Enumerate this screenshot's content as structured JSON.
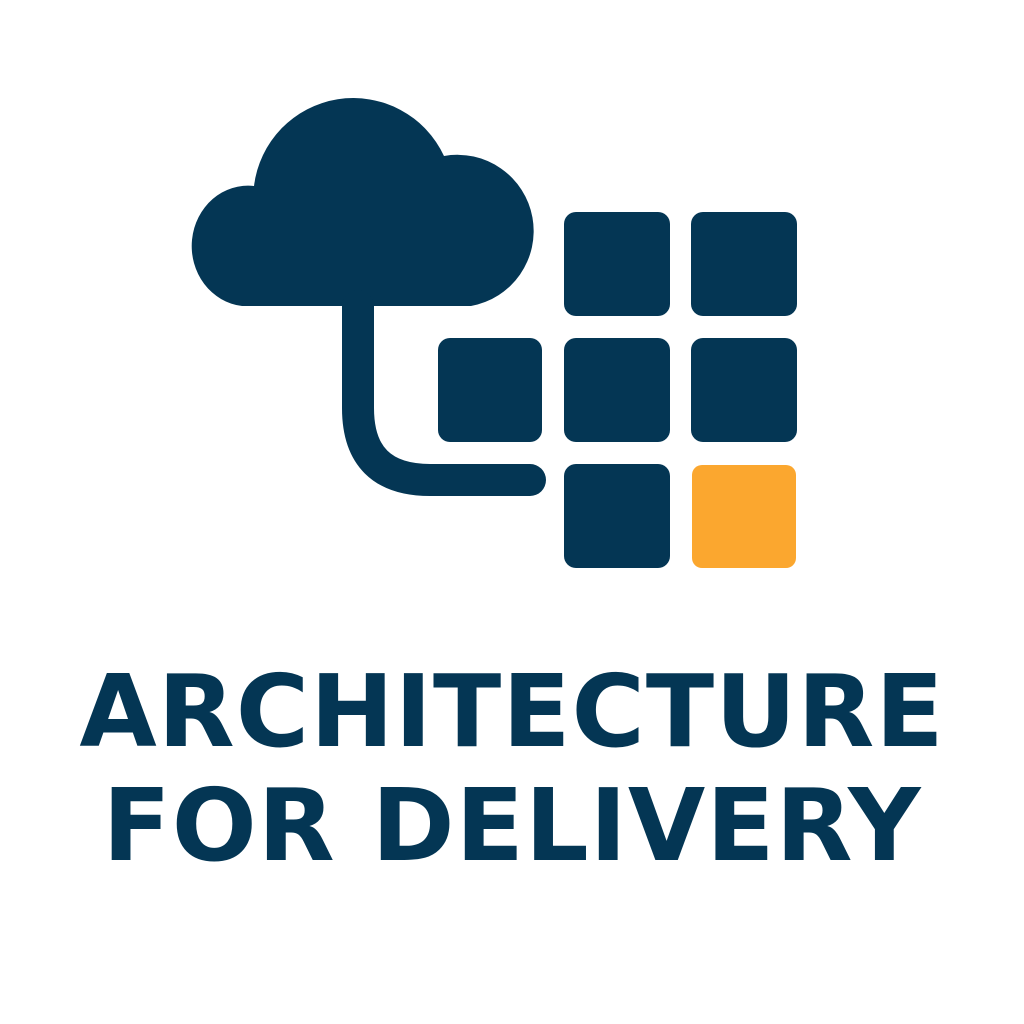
{
  "colors": {
    "primary": "#043654",
    "accent": "#FBA72F",
    "background": "#FFFFFF"
  },
  "logo": {
    "icon": "cloud-with-block-grid-icon",
    "grid": {
      "rows": 3,
      "columns": 3,
      "highlighted_block": "bottom-right"
    }
  },
  "title": {
    "line1": "ARCHITECTURE",
    "line2": "FOR DELIVERY"
  }
}
